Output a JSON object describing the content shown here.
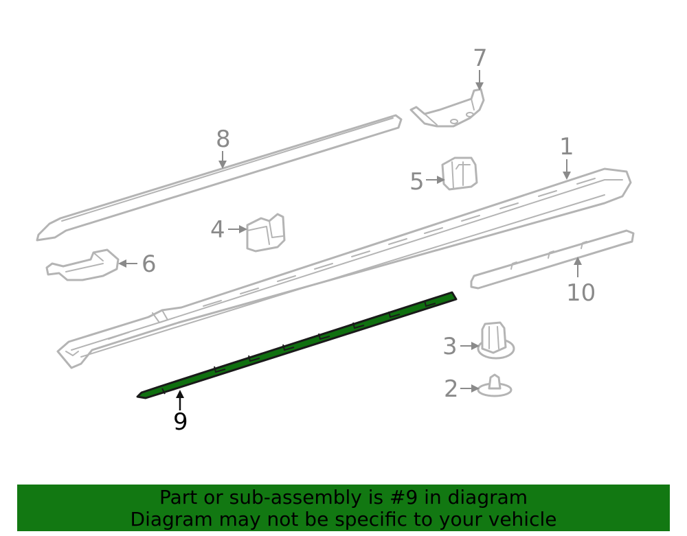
{
  "callouts": {
    "c1": "1",
    "c2": "2",
    "c3": "3",
    "c4": "4",
    "c5": "5",
    "c6": "6",
    "c7": "7",
    "c8": "8",
    "c9": "9",
    "c10": "10"
  },
  "highlighted_part": "9",
  "colors": {
    "highlight": "#107010",
    "banner": "#127812",
    "part_stroke": "#b4b4b4",
    "callout_text": "#8a8a8a"
  },
  "banner": {
    "line1": "Part or sub-assembly is #9 in diagram",
    "line2": "Diagram may not be specific to your vehicle"
  }
}
